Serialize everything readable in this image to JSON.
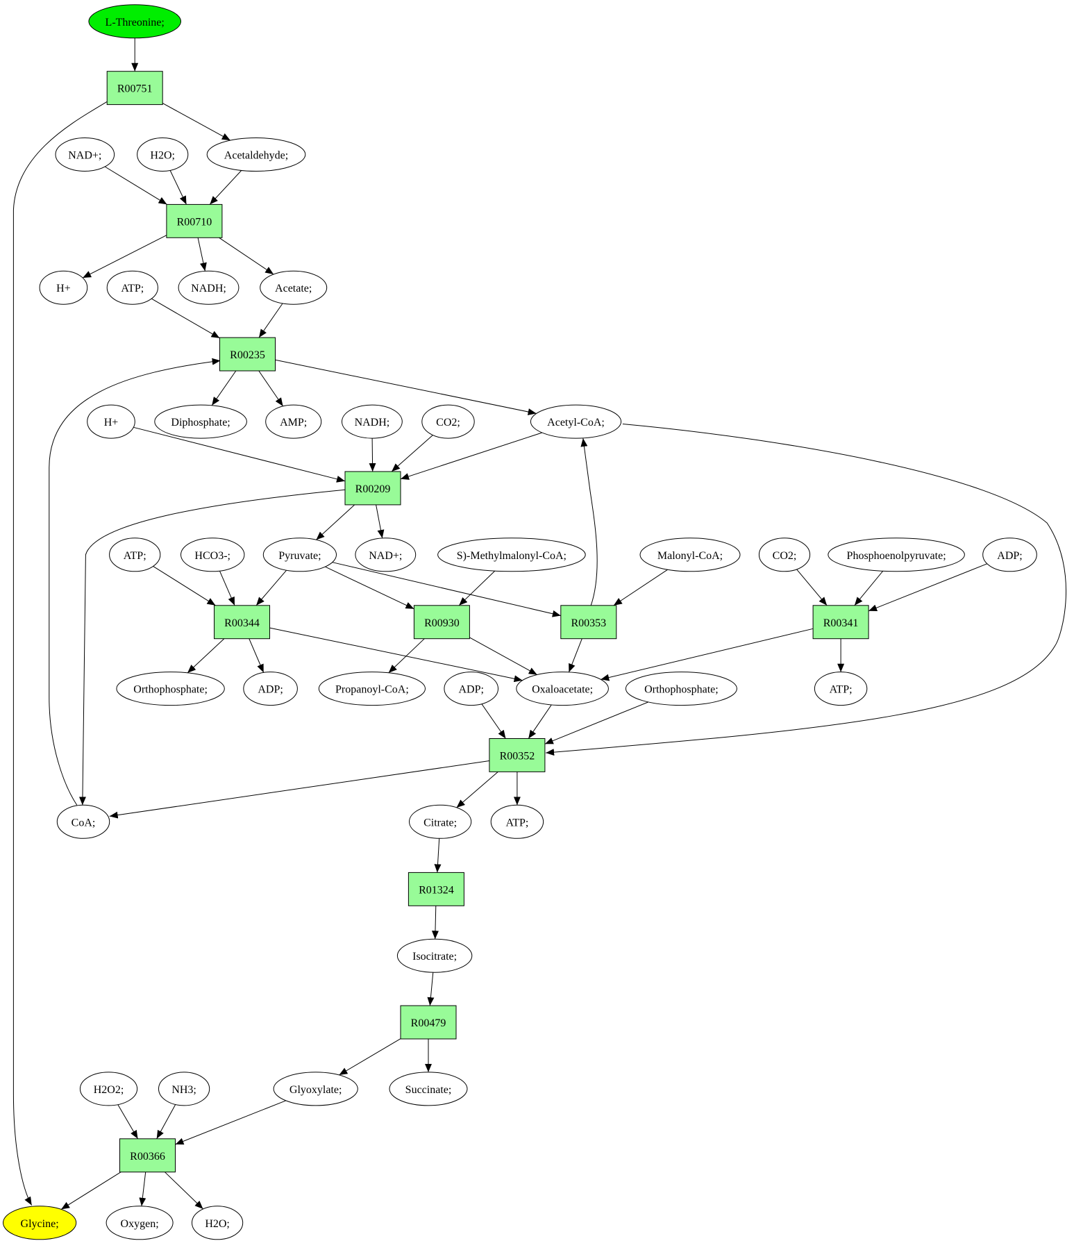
{
  "colors": {
    "start": "#00ee00",
    "end": "#ffff00",
    "reaction": "#98fb98",
    "compound": "#ffffff",
    "stroke": "#000000"
  },
  "nodes": [
    {
      "id": "thr",
      "kind": "start",
      "label": "L-Threonine;"
    },
    {
      "id": "r751",
      "kind": "reaction",
      "label": "R00751"
    },
    {
      "id": "nad1",
      "kind": "compound",
      "label": "NAD+;"
    },
    {
      "id": "h2o1",
      "kind": "compound",
      "label": "H2O;"
    },
    {
      "id": "acald",
      "kind": "compound",
      "label": "Acetaldehyde;"
    },
    {
      "id": "r710",
      "kind": "reaction",
      "label": "R00710"
    },
    {
      "id": "hp1",
      "kind": "compound",
      "label": "H+"
    },
    {
      "id": "atp1",
      "kind": "compound",
      "label": "ATP;"
    },
    {
      "id": "nadh1",
      "kind": "compound",
      "label": "NADH;"
    },
    {
      "id": "acet",
      "kind": "compound",
      "label": "Acetate;"
    },
    {
      "id": "r235",
      "kind": "reaction",
      "label": "R00235"
    },
    {
      "id": "hp2",
      "kind": "compound",
      "label": "H+"
    },
    {
      "id": "diph",
      "kind": "compound",
      "label": "Diphosphate;"
    },
    {
      "id": "amp",
      "kind": "compound",
      "label": "AMP;"
    },
    {
      "id": "nadh2",
      "kind": "compound",
      "label": "NADH;"
    },
    {
      "id": "co2a",
      "kind": "compound",
      "label": "CO2;"
    },
    {
      "id": "accoa",
      "kind": "compound",
      "label": "Acetyl-CoA;"
    },
    {
      "id": "r209",
      "kind": "reaction",
      "label": "R00209"
    },
    {
      "id": "atp2",
      "kind": "compound",
      "label": "ATP;"
    },
    {
      "id": "hco3",
      "kind": "compound",
      "label": "HCO3-;"
    },
    {
      "id": "pyr",
      "kind": "compound",
      "label": "Pyruvate;"
    },
    {
      "id": "nad2",
      "kind": "compound",
      "label": "NAD+;"
    },
    {
      "id": "smm",
      "kind": "compound",
      "label": "S)-Methylmalonyl-CoA;"
    },
    {
      "id": "mal",
      "kind": "compound",
      "label": "Malonyl-CoA;"
    },
    {
      "id": "co2b",
      "kind": "compound",
      "label": "CO2;"
    },
    {
      "id": "pep",
      "kind": "compound",
      "label": "Phosphoenolpyruvate;"
    },
    {
      "id": "adp1",
      "kind": "compound",
      "label": "ADP;"
    },
    {
      "id": "r344",
      "kind": "reaction",
      "label": "R00344"
    },
    {
      "id": "r930",
      "kind": "reaction",
      "label": "R00930"
    },
    {
      "id": "r353",
      "kind": "reaction",
      "label": "R00353"
    },
    {
      "id": "r341",
      "kind": "reaction",
      "label": "R00341"
    },
    {
      "id": "orth1",
      "kind": "compound",
      "label": "Orthophosphate;"
    },
    {
      "id": "adp2",
      "kind": "compound",
      "label": "ADP;"
    },
    {
      "id": "prop",
      "kind": "compound",
      "label": "Propanoyl-CoA;"
    },
    {
      "id": "adp3",
      "kind": "compound",
      "label": "ADP;"
    },
    {
      "id": "oxa",
      "kind": "compound",
      "label": "Oxaloacetate;"
    },
    {
      "id": "orth2",
      "kind": "compound",
      "label": "Orthophosphate;"
    },
    {
      "id": "atp3",
      "kind": "compound",
      "label": "ATP;"
    },
    {
      "id": "r352",
      "kind": "reaction",
      "label": "R00352"
    },
    {
      "id": "coa",
      "kind": "compound",
      "label": "CoA;"
    },
    {
      "id": "cit",
      "kind": "compound",
      "label": "Citrate;"
    },
    {
      "id": "atp4",
      "kind": "compound",
      "label": "ATP;"
    },
    {
      "id": "r1324",
      "kind": "reaction",
      "label": "R01324"
    },
    {
      "id": "iso",
      "kind": "compound",
      "label": "Isocitrate;"
    },
    {
      "id": "r479",
      "kind": "reaction",
      "label": "R00479"
    },
    {
      "id": "h2o2",
      "kind": "compound",
      "label": "H2O2;"
    },
    {
      "id": "nh3",
      "kind": "compound",
      "label": "NH3;"
    },
    {
      "id": "glyox",
      "kind": "compound",
      "label": "Glyoxylate;"
    },
    {
      "id": "succ",
      "kind": "compound",
      "label": "Succinate;"
    },
    {
      "id": "r366",
      "kind": "reaction",
      "label": "R00366"
    },
    {
      "id": "gly",
      "kind": "end",
      "label": "Glycine;"
    },
    {
      "id": "oxy",
      "kind": "compound",
      "label": "Oxygen;"
    },
    {
      "id": "h2o3",
      "kind": "compound",
      "label": "H2O;"
    }
  ],
  "edges": [
    [
      "thr",
      "r751"
    ],
    [
      "r751",
      "acald"
    ],
    [
      "r751",
      "gly"
    ],
    [
      "nad1",
      "r710"
    ],
    [
      "h2o1",
      "r710"
    ],
    [
      "acald",
      "r710"
    ],
    [
      "r710",
      "hp1"
    ],
    [
      "r710",
      "nadh1"
    ],
    [
      "r710",
      "acet"
    ],
    [
      "atp1",
      "r235"
    ],
    [
      "acet",
      "r235"
    ],
    [
      "r235",
      "diph"
    ],
    [
      "r235",
      "amp"
    ],
    [
      "r235",
      "accoa"
    ],
    [
      "hp2",
      "r209"
    ],
    [
      "nadh2",
      "r209"
    ],
    [
      "co2a",
      "r209"
    ],
    [
      "accoa",
      "r209"
    ],
    [
      "r209",
      "pyr"
    ],
    [
      "r209",
      "nad2"
    ],
    [
      "r209",
      "coa"
    ],
    [
      "coa",
      "r235"
    ],
    [
      "atp2",
      "r344"
    ],
    [
      "hco3",
      "r344"
    ],
    [
      "pyr",
      "r344"
    ],
    [
      "pyr",
      "r930"
    ],
    [
      "smm",
      "r930"
    ],
    [
      "pyr",
      "r353"
    ],
    [
      "mal",
      "r353"
    ],
    [
      "r353",
      "accoa"
    ],
    [
      "co2b",
      "r341"
    ],
    [
      "pep",
      "r341"
    ],
    [
      "adp1",
      "r341"
    ],
    [
      "r344",
      "orth1"
    ],
    [
      "r344",
      "adp2"
    ],
    [
      "r344",
      "oxa"
    ],
    [
      "r930",
      "prop"
    ],
    [
      "r930",
      "oxa"
    ],
    [
      "r353",
      "oxa"
    ],
    [
      "r341",
      "oxa"
    ],
    [
      "r341",
      "atp3"
    ],
    [
      "adp3",
      "r352"
    ],
    [
      "oxa",
      "r352"
    ],
    [
      "orth2",
      "r352"
    ],
    [
      "accoa",
      "r352"
    ],
    [
      "r352",
      "coa"
    ],
    [
      "r352",
      "cit"
    ],
    [
      "r352",
      "atp4"
    ],
    [
      "cit",
      "r1324"
    ],
    [
      "r1324",
      "iso"
    ],
    [
      "iso",
      "r479"
    ],
    [
      "r479",
      "glyox"
    ],
    [
      "r479",
      "succ"
    ],
    [
      "h2o2",
      "r366"
    ],
    [
      "nh3",
      "r366"
    ],
    [
      "glyox",
      "r366"
    ],
    [
      "r366",
      "gly"
    ],
    [
      "r366",
      "oxy"
    ],
    [
      "r366",
      "h2o3"
    ]
  ]
}
